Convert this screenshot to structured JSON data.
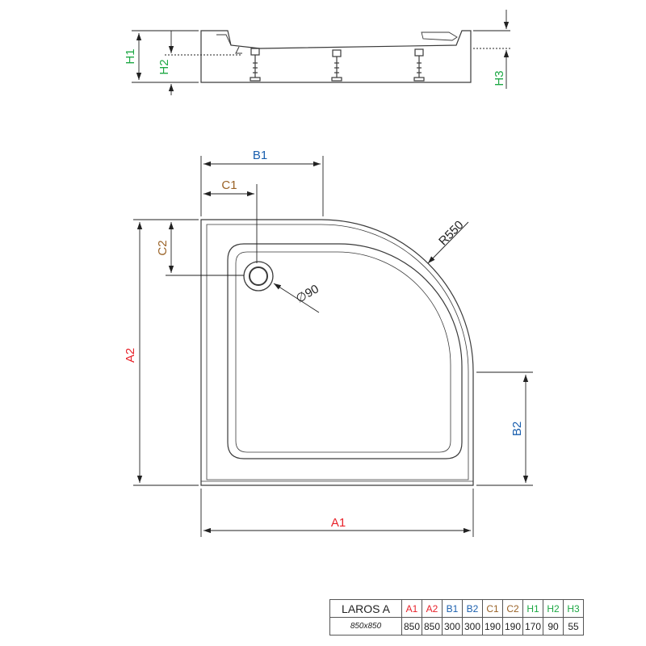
{
  "labels": {
    "A1": "A1",
    "A2": "A2",
    "B1": "B1",
    "B2": "B2",
    "C1": "C1",
    "C2": "C2",
    "H1": "H1",
    "H2": "H2",
    "H3": "H3",
    "radius": "R550",
    "drain_diameter": "∅90"
  },
  "colors": {
    "A": "#e8222a",
    "B": "#1a5fae",
    "C": "#9a6226",
    "H": "#1da844",
    "line": "#3a3a3a",
    "dim": "#222222"
  },
  "table": {
    "model": "LAROS A",
    "size": "850x850",
    "columns": [
      {
        "key": "A1",
        "value": "850",
        "group": "A"
      },
      {
        "key": "A2",
        "value": "850",
        "group": "A"
      },
      {
        "key": "B1",
        "value": "300",
        "group": "B"
      },
      {
        "key": "B2",
        "value": "300",
        "group": "B"
      },
      {
        "key": "C1",
        "value": "190",
        "group": "C"
      },
      {
        "key": "C2",
        "value": "190",
        "group": "C"
      },
      {
        "key": "H1",
        "value": "170",
        "group": "H"
      },
      {
        "key": "H2",
        "value": "90",
        "group": "H"
      },
      {
        "key": "H3",
        "value": "55",
        "group": "H"
      }
    ]
  }
}
